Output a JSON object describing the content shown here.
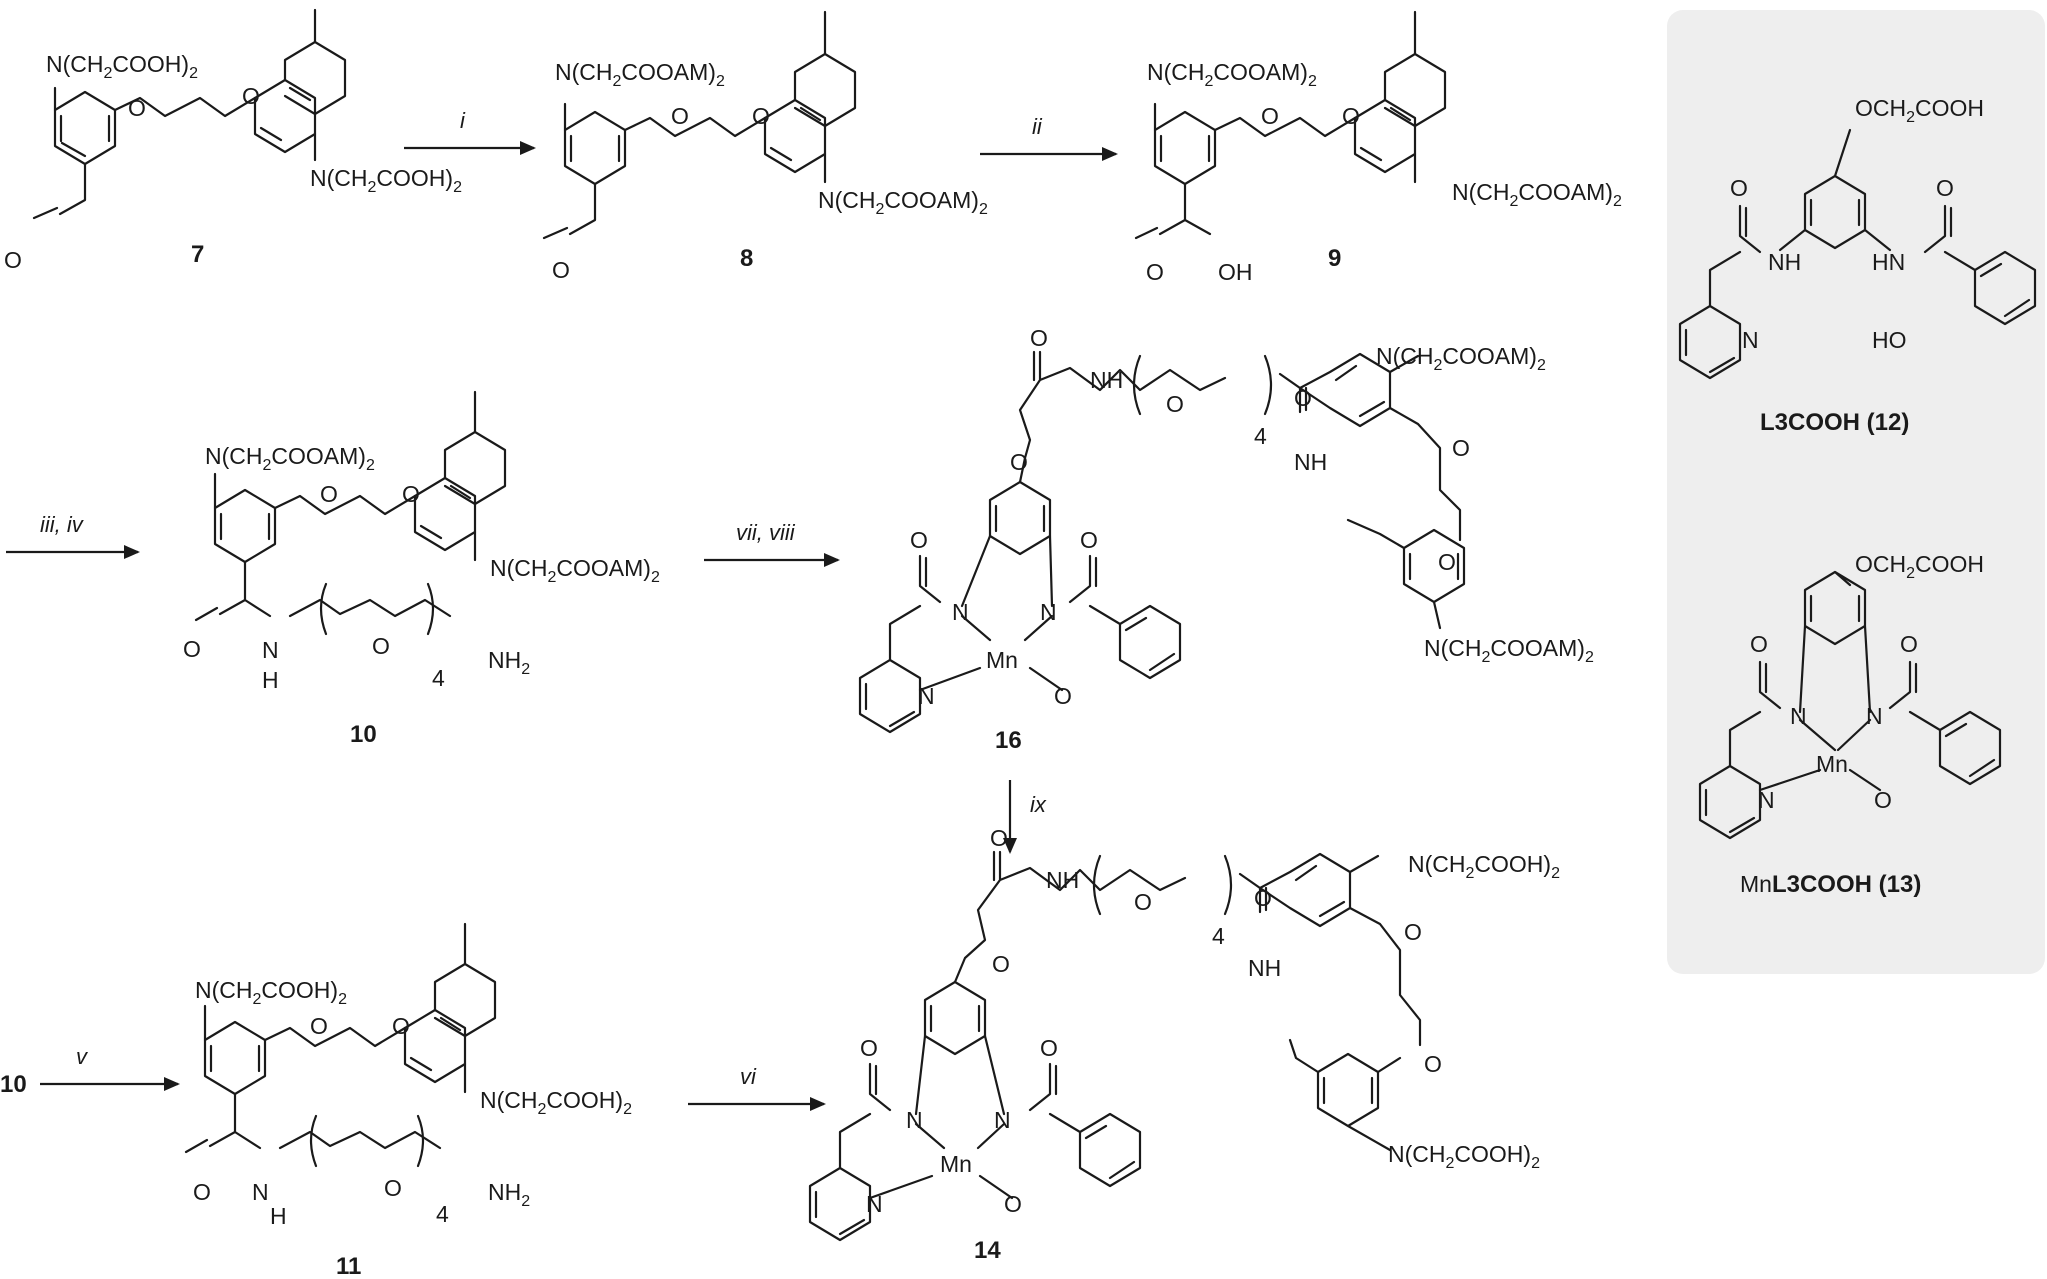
{
  "scheme": {
    "compound_numbers": {
      "c7": "7",
      "c8": "8",
      "c9": "9",
      "c10": "10",
      "c11": "11",
      "c14": "14",
      "c16": "16",
      "c10_start": "10"
    },
    "reagents": {
      "step_i": "i",
      "step_ii": "ii",
      "step_iii_iv": "iii, iv",
      "step_v": "v",
      "step_vi": "vi",
      "step_vii_viii": "vii, viii",
      "step_ix": "ix"
    },
    "panel": {
      "ligand_label": "L3COOH (12)",
      "complex_prefix": "Mn",
      "complex_label": "L3COOH (13)"
    },
    "atoms": {
      "N": "N",
      "O": "O",
      "H": "H",
      "OH": "OH",
      "HO": "HO",
      "NH": "NH",
      "HN": "HN",
      "Mn": "Mn",
      "repeat": "4"
    },
    "groups": {
      "ida_acid_a": "N(CH",
      "ida_acid_b": "COOH)",
      "ida_am_a": "N(CH",
      "ida_am_b": "COOAM)",
      "sub2": "2",
      "amine": "NH",
      "oxyacetic_a": "OCH",
      "oxyacetic_b": "COOH"
    }
  }
}
